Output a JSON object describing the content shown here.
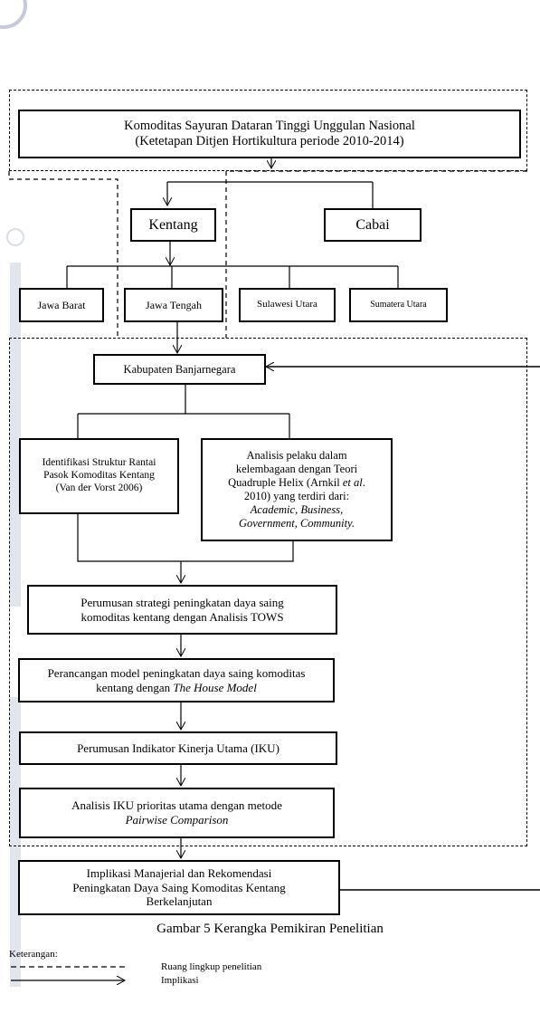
{
  "boxes": {
    "top": {
      "line1": "Komoditas Sayuran Dataran Tinggi Unggulan Nasional",
      "line2": "(Ketetapan Ditjen Hortikultura periode 2010-2014)"
    },
    "kentang": "Kentang",
    "cabai": "Cabai",
    "jawa_barat": "Jawa Barat",
    "jawa_tengah": "Jawa Tengah",
    "sulawesi_utara": "Sulawesi Utara",
    "sumatera_utara": "Sumatera Utara",
    "banjarnegara": "Kabupaten Banjarnegara",
    "identifikasi": {
      "line1": "Identifikasi Struktur Rantai",
      "line2": "Pasok Komoditas Kentang",
      "line3": "(Van der Vorst 2006)"
    },
    "analisis_pelaku": {
      "line1": "Analisis pelaku dalam",
      "line2": "kelembagaan dengan Teori",
      "line3a": "Quadruple Helix (Arnkil ",
      "line3b": "et al",
      "line3c": ".",
      "line4": "2010) yang terdiri dari:",
      "line5": "Academic, Business,",
      "line6": "Government, Community."
    },
    "perumusan_strategi": {
      "line1": "Perumusan strategi peningkatan daya saing",
      "line2": "komoditas kentang dengan Analisis TOWS"
    },
    "perancangan": {
      "line1": "Perancangan model peningkatan daya saing komoditas",
      "line2a": "kentang  dengan ",
      "line2b": "The House Model"
    },
    "perumusan_iku": "Perumusan Indikator Kinerja Utama (IKU)",
    "analisis_iku": {
      "line1": "Analisis IKU prioritas utama dengan metode",
      "line2": "Pairwise Comparison"
    },
    "implikasi": {
      "line1": "Implikasi Manajerial dan Rekomendasi",
      "line2": "Peningkatan Daya Saing Komoditas Kentang",
      "line3": "Berkelanjutan"
    }
  },
  "caption": "Gambar 5 Kerangka Pemikiran Penelitian",
  "legend": {
    "title": "Keterangan:",
    "dashed_label": "Ruang lingkup penelitian",
    "arrow_label": "Implikasi"
  }
}
